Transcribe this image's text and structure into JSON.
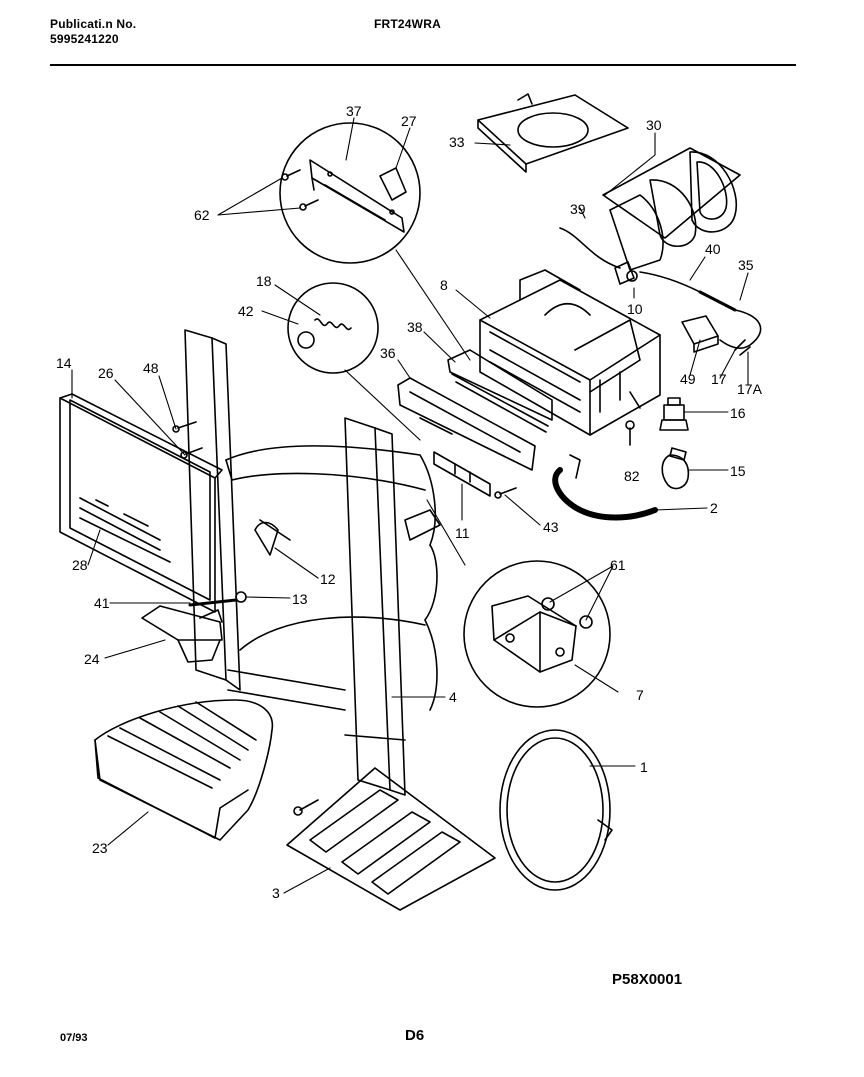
{
  "header": {
    "publication_label": "Publicati.n No.",
    "publication_number": "5995241220",
    "model": "FRT24WRA"
  },
  "footer": {
    "date": "07/93",
    "page": "D6",
    "drawing_code": "P58X0001"
  },
  "callouts": {
    "c37": "37",
    "c27": "27",
    "c33": "33",
    "c30": "30",
    "c62a": "62",
    "c39": "39",
    "c40": "40",
    "c35": "35",
    "c18": "18",
    "c42": "42",
    "c8": "8",
    "c10": "10",
    "c38": "38",
    "c36": "36",
    "c49": "49",
    "c17": "17",
    "c17a": "17A",
    "c14": "14",
    "c26": "26",
    "c48": "48",
    "c16": "16",
    "c82": "82",
    "c15": "15",
    "c2": "2",
    "c11": "11",
    "c43": "43",
    "c28": "28",
    "c12": "12",
    "c61": "61",
    "c41": "41",
    "c13": "13",
    "c24": "24",
    "c4": "4",
    "c7": "7",
    "c1": "1",
    "c23": "23",
    "c3": "3"
  }
}
